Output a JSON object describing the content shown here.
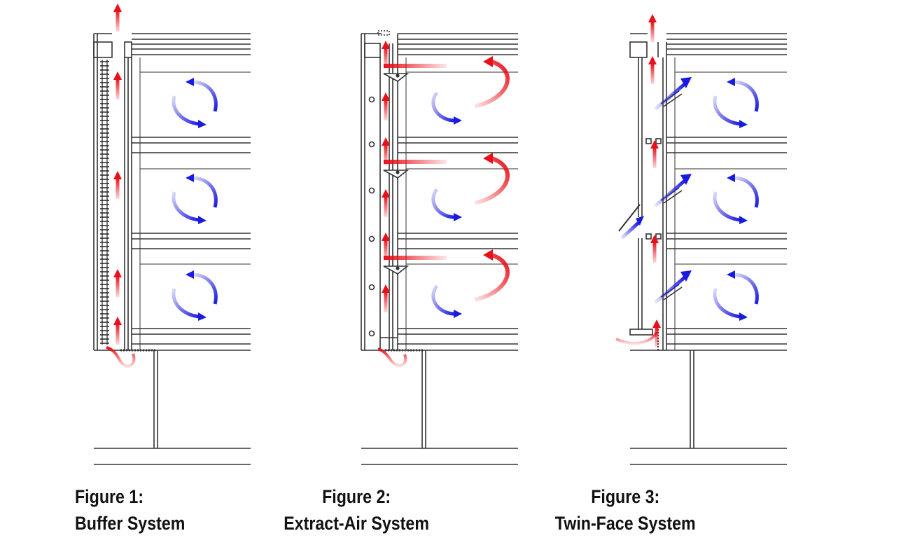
{
  "figures": [
    {
      "id": "fig1",
      "number": "Figure 1:",
      "name": "Buffer System"
    },
    {
      "id": "fig2",
      "number": "Figure 2:",
      "name": "Extract-Air System"
    },
    {
      "id": "fig3",
      "number": "Figure 3:",
      "name": "Twin-Face System"
    }
  ],
  "colors": {
    "line": "#333333",
    "warm_air": "#e8101a",
    "cool_air": "#1a1ae0"
  },
  "icons": [
    "warm-air-arrow-icon",
    "circulation-arrow-icon",
    "damper-icon",
    "vent-flap-icon"
  ]
}
